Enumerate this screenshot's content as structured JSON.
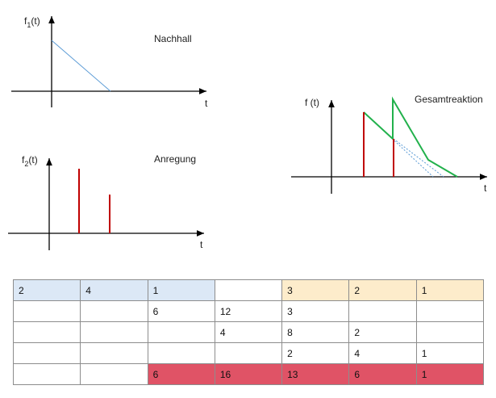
{
  "plots": {
    "f1": {
      "ylabel_main": "f",
      "ylabel_sub": "1",
      "ylabel_arg": "(t)",
      "xlabel": "t",
      "caption": "Nachhall"
    },
    "f2": {
      "ylabel_main": "f",
      "ylabel_sub": "2",
      "ylabel_arg": "(t)",
      "xlabel": "t",
      "caption": "Anregung"
    },
    "f": {
      "ylabel": "f (t)",
      "xlabel": "t",
      "caption": "Gesamtreaktion"
    }
  },
  "colors": {
    "decay": "#5b9bd5",
    "impulse": "#c00000",
    "total": "#22b14c",
    "axis": "#000000",
    "row_blue": "#dce8f6",
    "row_peach": "#fdeccb",
    "row_red": "#e05366"
  },
  "table": {
    "rows": [
      [
        {
          "v": "2",
          "bg": "blue"
        },
        {
          "v": "4",
          "bg": "blue"
        },
        {
          "v": "1",
          "bg": "blue"
        },
        {
          "v": "",
          "bg": ""
        },
        {
          "v": "3",
          "bg": "peach"
        },
        {
          "v": "2",
          "bg": "peach"
        },
        {
          "v": "1",
          "bg": "peach"
        }
      ],
      [
        {
          "v": "",
          "bg": ""
        },
        {
          "v": "",
          "bg": ""
        },
        {
          "v": "6",
          "bg": ""
        },
        {
          "v": "12",
          "bg": ""
        },
        {
          "v": "3",
          "bg": ""
        },
        {
          "v": "",
          "bg": ""
        },
        {
          "v": "",
          "bg": ""
        }
      ],
      [
        {
          "v": "",
          "bg": ""
        },
        {
          "v": "",
          "bg": ""
        },
        {
          "v": "",
          "bg": ""
        },
        {
          "v": "4",
          "bg": ""
        },
        {
          "v": "8",
          "bg": ""
        },
        {
          "v": "2",
          "bg": ""
        },
        {
          "v": "",
          "bg": ""
        }
      ],
      [
        {
          "v": "",
          "bg": ""
        },
        {
          "v": "",
          "bg": ""
        },
        {
          "v": "",
          "bg": ""
        },
        {
          "v": "",
          "bg": ""
        },
        {
          "v": "2",
          "bg": ""
        },
        {
          "v": "4",
          "bg": ""
        },
        {
          "v": "1",
          "bg": ""
        }
      ],
      [
        {
          "v": "",
          "bg": ""
        },
        {
          "v": "",
          "bg": ""
        },
        {
          "v": "6",
          "bg": "red"
        },
        {
          "v": "16",
          "bg": "red"
        },
        {
          "v": "13",
          "bg": "red"
        },
        {
          "v": "6",
          "bg": "red"
        },
        {
          "v": "1",
          "bg": "red"
        }
      ]
    ]
  }
}
